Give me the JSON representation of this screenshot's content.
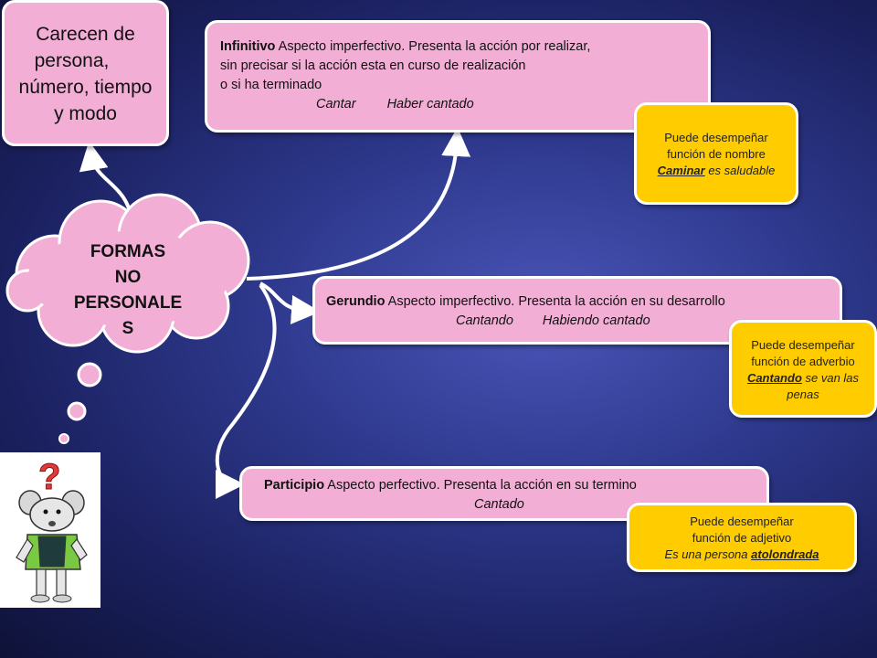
{
  "center": {
    "lines": [
      "FORMAS",
      "NO",
      "PERSONALE",
      "S"
    ]
  },
  "top_left": {
    "lines": [
      "Carecen de",
      "persona,",
      "número, tiempo",
      "y modo"
    ]
  },
  "infinitivo": {
    "term": "Infinitivo",
    "line1": " Aspecto imperfectivo. Presenta la acción  por realizar,",
    "line2": "sin precisar si la acción esta en curso de realización",
    "line3": "o si ha terminado",
    "ex1": "Cantar",
    "ex2": "Haber cantado"
  },
  "gerundio": {
    "term": "Gerundio",
    "line1": " Aspecto imperfectivo. Presenta la acción en su desarrollo",
    "ex1": "Cantando",
    "ex2": "Habiendo cantado"
  },
  "participio": {
    "term": "Participio",
    "line1": "  Aspecto perfectivo. Presenta la acción en su termino",
    "ex1": "Cantado"
  },
  "note_infinitivo": {
    "l1": "Puede desempeñar",
    "l2": "función de nombre",
    "word": "Caminar",
    "rest": " es saludable"
  },
  "note_gerundio": {
    "l1": "Puede desempeñar",
    "l2": "función de adverbio",
    "word": "Cantando",
    "rest": " se van las",
    "l4": "penas"
  },
  "note_participio": {
    "l1": "Puede desempeñar",
    "l2": "función de adjetivo",
    "pre": "Es una persona ",
    "word": "atolondrada"
  },
  "colors": {
    "pink": "#f3aed6",
    "yellow": "#ffcc00",
    "arrow": "#ffffff"
  },
  "icons": {
    "mascot": "thinking-mouse-icon"
  }
}
